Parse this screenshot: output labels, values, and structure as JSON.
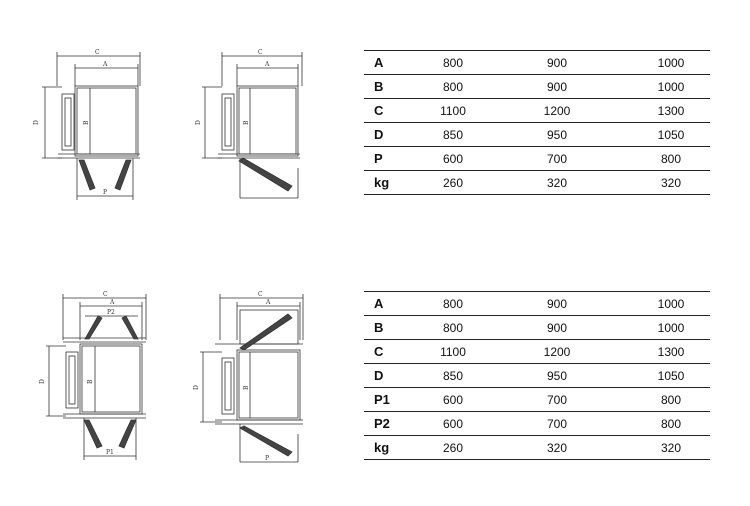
{
  "drawings": {
    "dim_c": "C",
    "dim_a": "A",
    "dim_b": "B",
    "dim_d": "D",
    "dim_p": "P",
    "dim_p1": "P1",
    "dim_p2": "P2"
  },
  "table_top": {
    "rows": [
      {
        "label": "A",
        "values": [
          "800",
          "900",
          "1000"
        ]
      },
      {
        "label": "B",
        "values": [
          "800",
          "900",
          "1000"
        ]
      },
      {
        "label": "C",
        "values": [
          "1100",
          "1200",
          "1300"
        ]
      },
      {
        "label": "D",
        "values": [
          "850",
          "950",
          "1050"
        ]
      },
      {
        "label": "P",
        "values": [
          "600",
          "700",
          "800"
        ]
      },
      {
        "label": "kg",
        "values": [
          "260",
          "320",
          "320"
        ]
      }
    ]
  },
  "table_bottom": {
    "rows": [
      {
        "label": "A",
        "values": [
          "800",
          "900",
          "1000"
        ]
      },
      {
        "label": "B",
        "values": [
          "800",
          "900",
          "1000"
        ]
      },
      {
        "label": "C",
        "values": [
          "1100",
          "1200",
          "1300"
        ]
      },
      {
        "label": "D",
        "values": [
          "850",
          "950",
          "1050"
        ]
      },
      {
        "label": "P1",
        "values": [
          "600",
          "700",
          "800"
        ]
      },
      {
        "label": "P2",
        "values": [
          "600",
          "700",
          "800"
        ]
      },
      {
        "label": "kg",
        "values": [
          "260",
          "320",
          "320"
        ]
      }
    ]
  }
}
